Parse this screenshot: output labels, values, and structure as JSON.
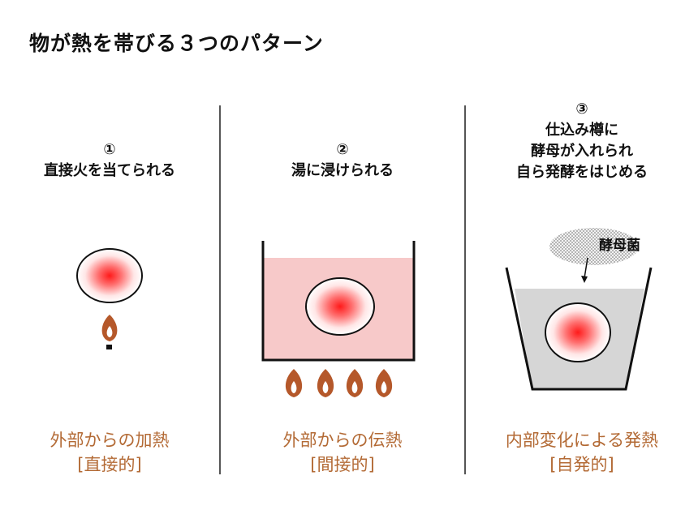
{
  "title": "物が熱を帯びる３つのパターン",
  "panels": [
    {
      "number": "①",
      "heading_lines": [
        "直接火を当てられる"
      ],
      "caption_main": "外部からの加熱",
      "caption_sub": "[直接的]"
    },
    {
      "number": "②",
      "heading_lines": [
        "湯に浸けられる"
      ],
      "caption_main": "外部からの伝熱",
      "caption_sub": "[間接的]"
    },
    {
      "number": "③",
      "heading_lines": [
        "仕込み樽に",
        "酵母が入れられ",
        "自ら発酵をはじめる"
      ],
      "caption_main": "内部変化による発熱",
      "caption_sub": "[自発的]",
      "yeast_label": "酵母菌"
    }
  ],
  "colors": {
    "flame": "#b5582a",
    "caption": "#b36a35",
    "water": "#f7c9c9",
    "liquid": "#d6d6d6",
    "core": "#ff2020"
  }
}
